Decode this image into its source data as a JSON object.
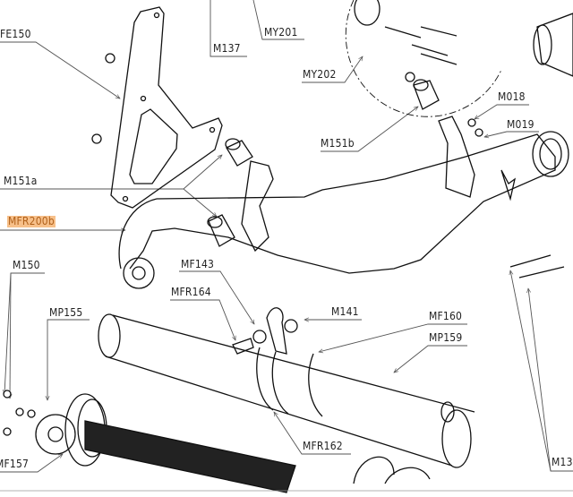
{
  "diagram": {
    "highlight_color": "#f7c08a",
    "labels": {
      "fe150": "FE150",
      "m137": "M137",
      "my201": "MY201",
      "my202": "MY202",
      "m018": "M018",
      "m019": "M019",
      "m151b": "M151b",
      "m151a": "M151a",
      "mfr200b": "MFR200b",
      "m150": "M150",
      "mf143": "MF143",
      "mfr164": "MFR164",
      "m141": "M141",
      "mp155": "MP155",
      "mf160": "MF160",
      "mp159": "MP159",
      "mfr162": "MFR162",
      "mf157": "MF157",
      "m13": "M13"
    }
  }
}
